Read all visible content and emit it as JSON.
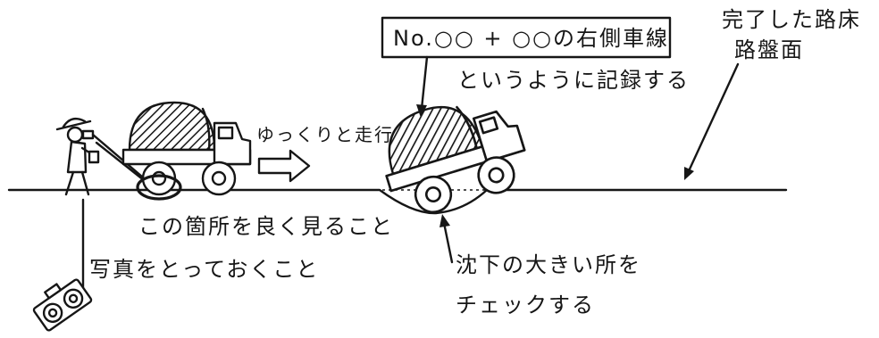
{
  "labels": {
    "record_box": "No.○○ + ○○の右側車線",
    "record_note": "というように記録する",
    "surface_line1": "完了した路床",
    "surface_line2": "路盤面",
    "drive_slowly": "ゆっくりと走行",
    "watch_here": "この箇所を良く見ること",
    "take_photo": "写真をとっておくこと",
    "settlement_line1": "沈下の大きい所を",
    "settlement_line2": "チェックする"
  },
  "colors": {
    "ink": "#161616",
    "background": "#ffffff"
  }
}
